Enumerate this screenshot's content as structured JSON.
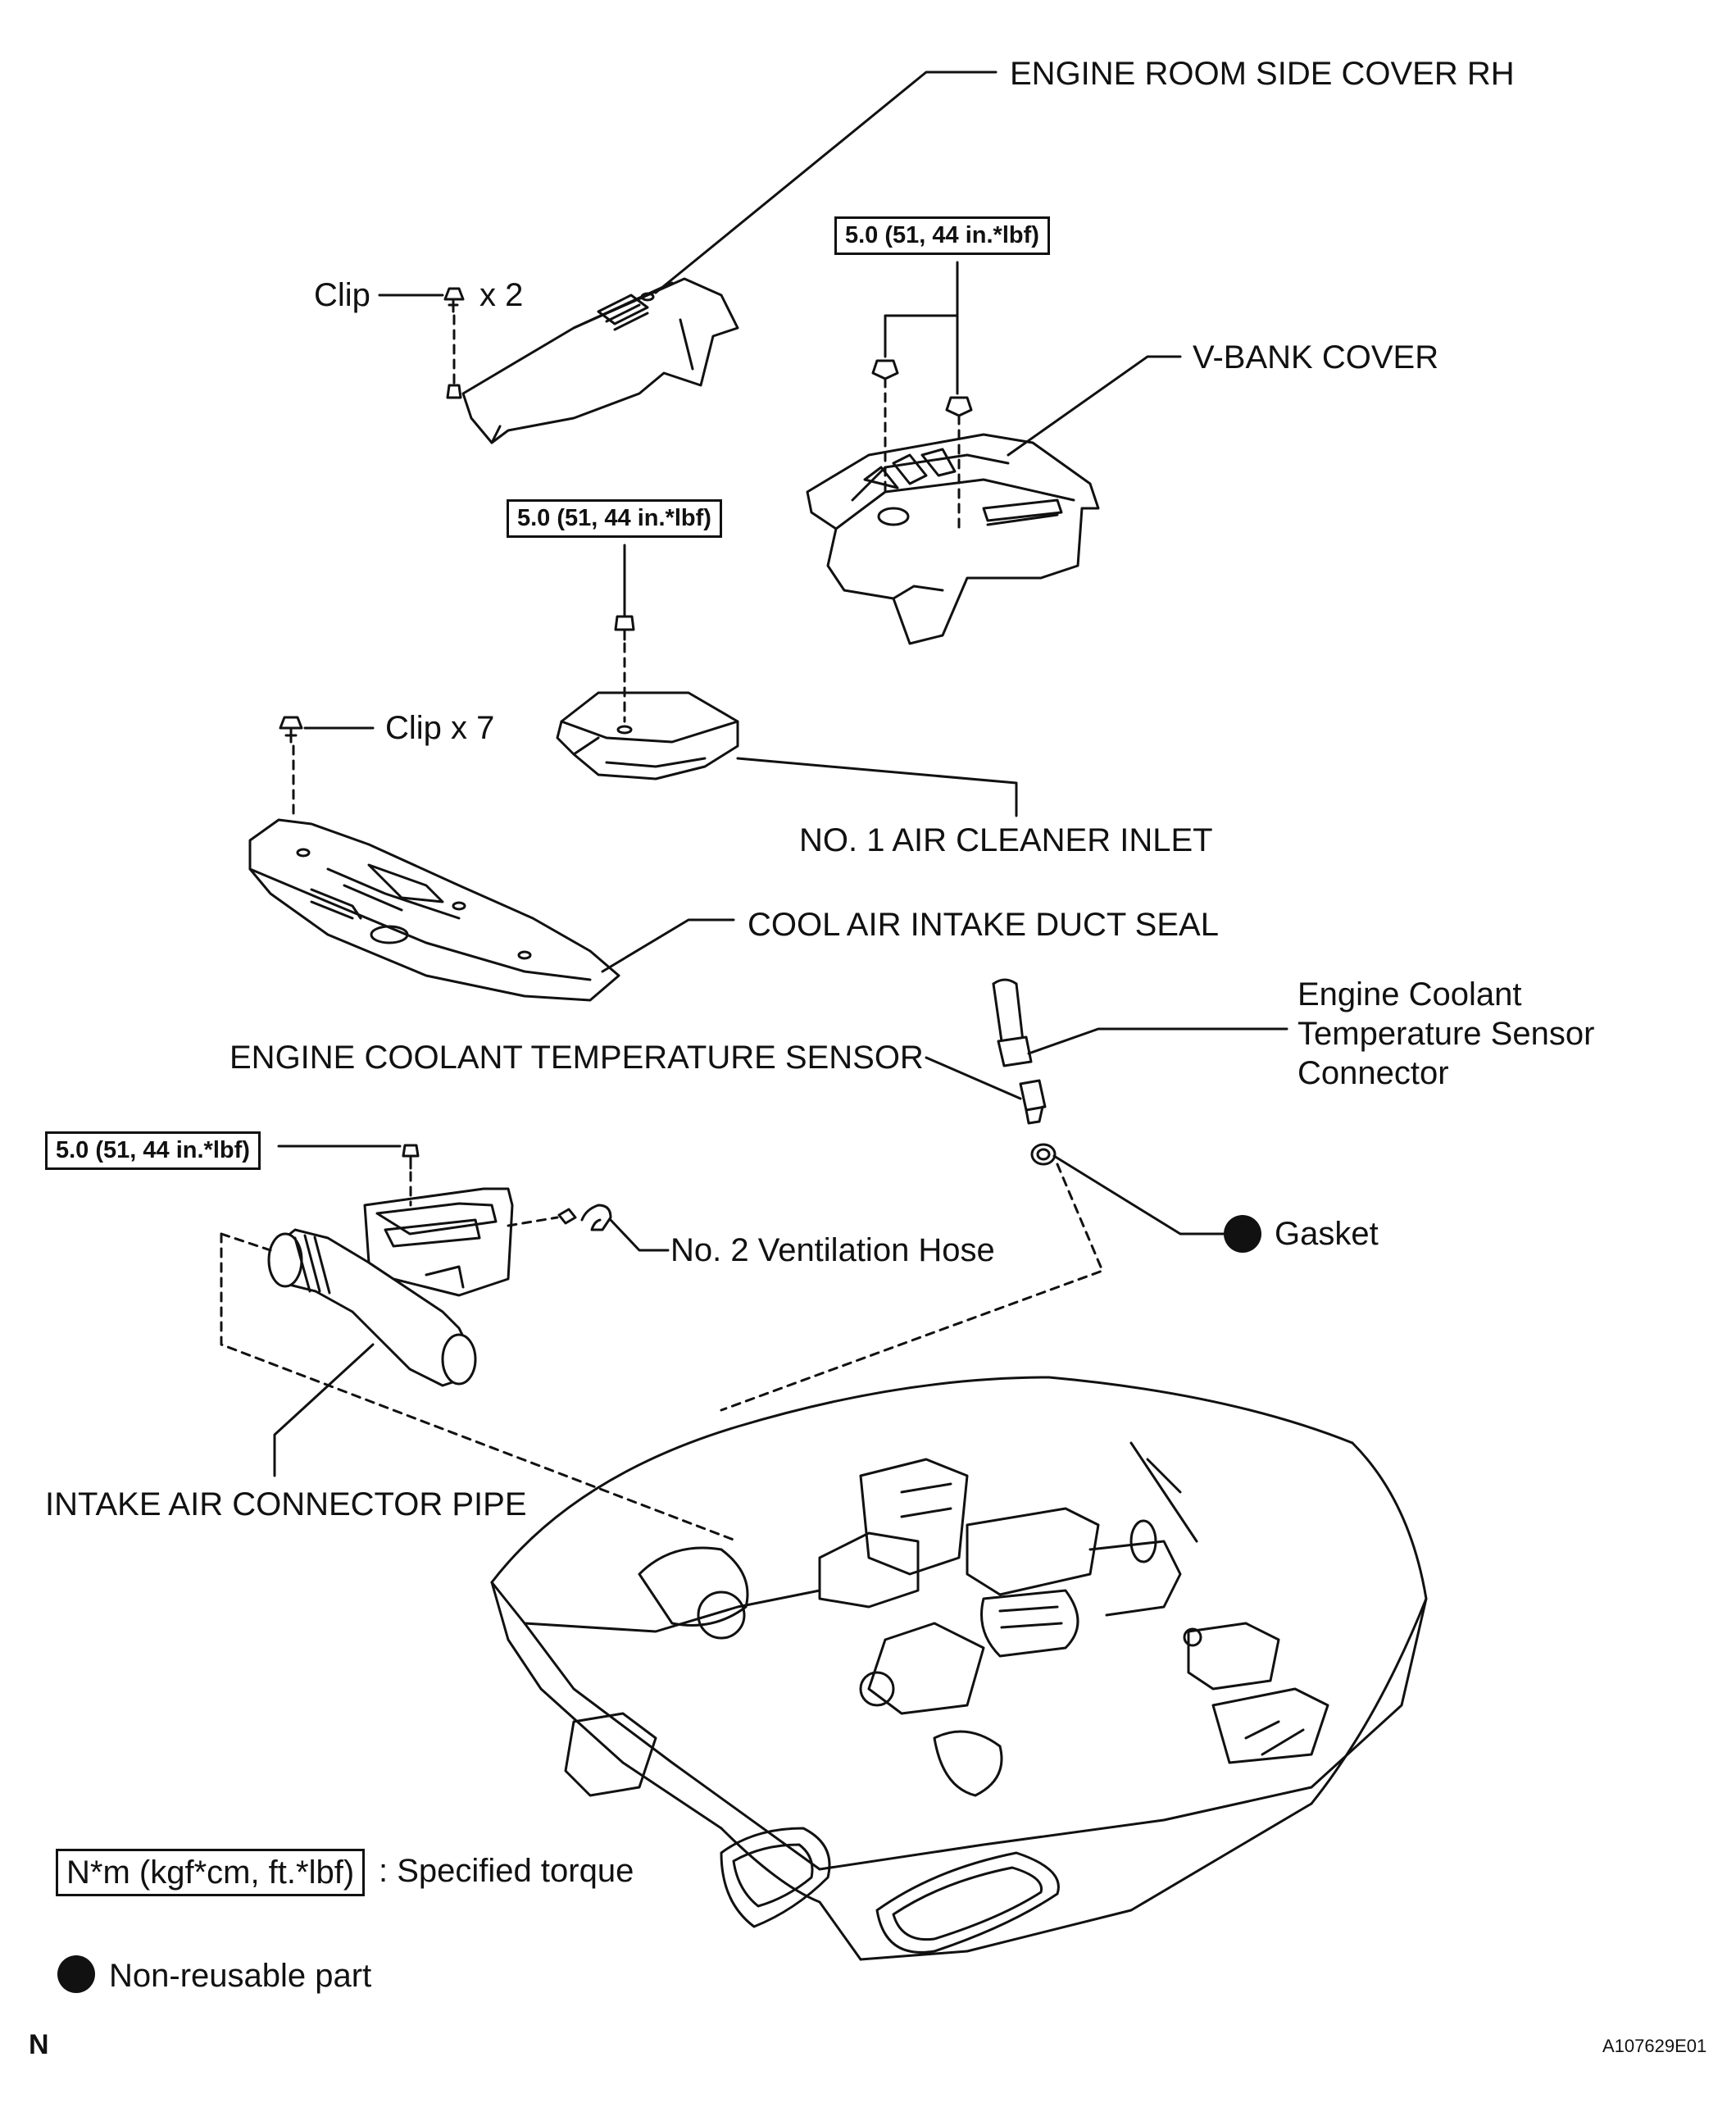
{
  "labels": {
    "engine_room_side_cover_rh": "ENGINE ROOM SIDE COVER RH",
    "clip_x2_clip": "Clip",
    "clip_x2_count": "x 2",
    "torque_1": "5.0 (51, 44 in.*lbf)",
    "v_bank_cover": "V-BANK COVER",
    "torque_2": "5.0 (51, 44 in.*lbf)",
    "clip_x7": "Clip x 7",
    "no1_air_cleaner_inlet": "NO. 1 AIR CLEANER INLET",
    "cool_air_intake_duct_seal": "COOL AIR INTAKE DUCT SEAL",
    "engine_coolant_temp_sensor": "ENGINE COOLANT TEMPERATURE SENSOR",
    "ect_sensor_connector": "Engine Coolant Temperature Sensor Connector",
    "torque_3": "5.0 (51, 44 in.*lbf)",
    "no2_ventilation_hose": "No. 2 Ventilation Hose",
    "gasket": "Gasket",
    "intake_air_connector_pipe": "INTAKE AIR CONNECTOR PIPE"
  },
  "legend": {
    "torque_box": "N*m (kgf*cm, ft.*lbf)",
    "torque_text": ": Specified torque",
    "non_reusable_text": "Non-reusable part"
  },
  "footer": {
    "orientation_mark": "N",
    "figure_id": "A107629E01"
  }
}
